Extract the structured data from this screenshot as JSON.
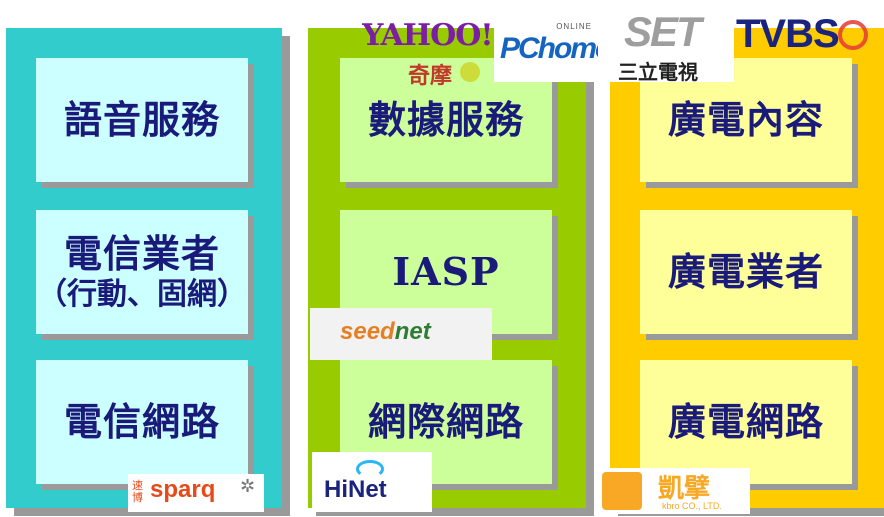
{
  "columns": [
    {
      "key": "telecom",
      "color": "#33cccc",
      "boxes": [
        {
          "text": "語音服務",
          "sub": ""
        },
        {
          "text": "電信業者",
          "sub": "（行動、固網）"
        },
        {
          "text": "電信網路",
          "sub": ""
        }
      ],
      "box_color": "#ccffff"
    },
    {
      "key": "data",
      "color": "#99cc00",
      "boxes": [
        {
          "text": "數據服務",
          "sub": ""
        },
        {
          "text": "IASP",
          "sub": ""
        },
        {
          "text": "網際網路",
          "sub": ""
        }
      ],
      "box_color": "#ccff99"
    },
    {
      "key": "broadcast",
      "color": "#ffcc00",
      "boxes": [
        {
          "text": "廣電內容",
          "sub": ""
        },
        {
          "text": "廣電業者",
          "sub": ""
        },
        {
          "text": "廣電網路",
          "sub": ""
        }
      ],
      "box_color": "#ffff99"
    }
  ],
  "logos": {
    "yahoo": {
      "text": "YAHOO!",
      "sub": "奇摩",
      "color": "#7b1fa2"
    },
    "pchome": {
      "text": "PChome",
      "sup": "ONLINE",
      "color": "#1565c0"
    },
    "set": {
      "text": "SET",
      "sub": "三立電視",
      "color": "#555555"
    },
    "tvbs": {
      "text": "TVBS",
      "color": "#1a237e"
    },
    "seednet": {
      "text_a": "seed",
      "text_b": "net",
      "color_a": "#e67e22",
      "color_b": "#2e7d32"
    },
    "hinet": {
      "text": "HiNet",
      "color": "#1a237e"
    },
    "sparq": {
      "text": "sparq",
      "pre": "速博",
      "color": "#e64a19"
    },
    "kbro": {
      "text": "凱擘",
      "sub": "kbro CO., LTD.",
      "color": "#f9a825"
    }
  }
}
